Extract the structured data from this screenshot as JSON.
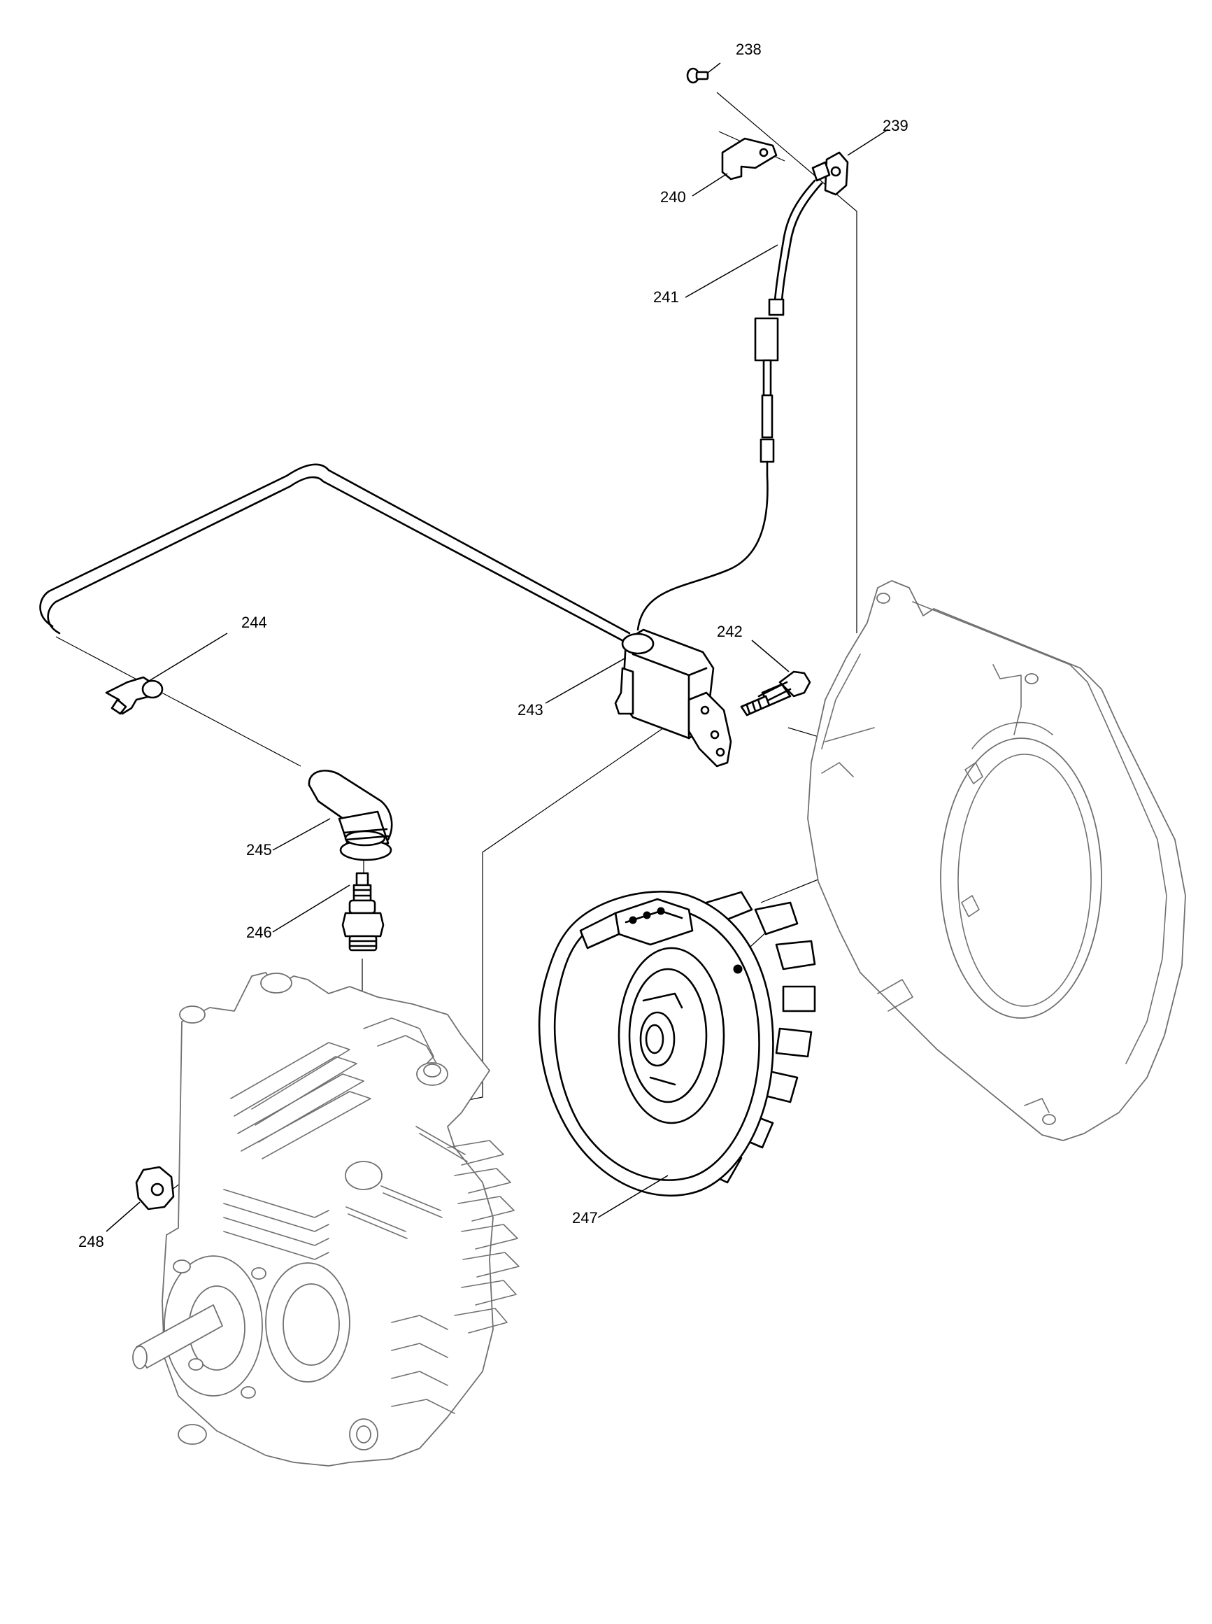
{
  "callouts": [
    {
      "id": "238",
      "text": "238"
    },
    {
      "id": "239",
      "text": "239"
    },
    {
      "id": "240",
      "text": "240"
    },
    {
      "id": "241",
      "text": "241"
    },
    {
      "id": "242",
      "text": "242"
    },
    {
      "id": "243",
      "text": "243"
    },
    {
      "id": "244",
      "text": "244"
    },
    {
      "id": "245",
      "text": "245"
    },
    {
      "id": "246",
      "text": "246"
    },
    {
      "id": "247",
      "text": "247"
    },
    {
      "id": "248",
      "text": "248"
    }
  ]
}
